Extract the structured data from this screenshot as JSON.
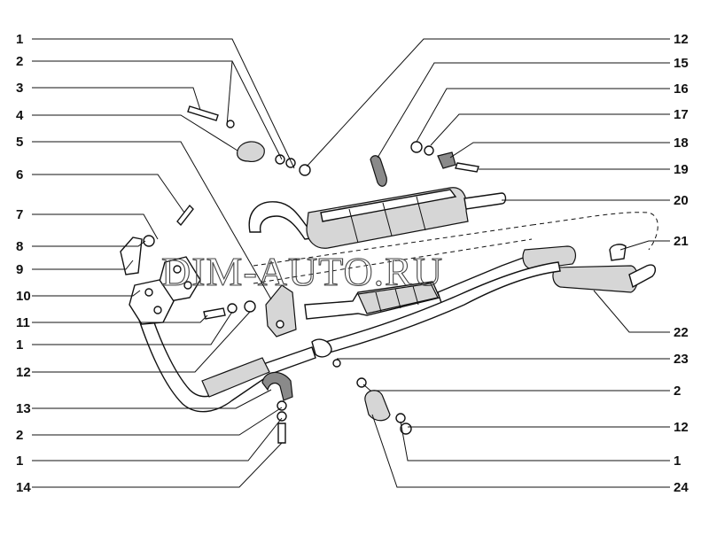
{
  "diagram": {
    "watermark": "DIM-AUTO.RU",
    "callouts_left": [
      "1",
      "2",
      "3",
      "4",
      "5",
      "6",
      "7",
      "8",
      "9",
      "10",
      "11",
      "1",
      "12",
      "13",
      "2",
      "1",
      "14"
    ],
    "callouts_right": [
      "12",
      "15",
      "16",
      "17",
      "18",
      "19",
      "20",
      "21",
      "22",
      "23",
      "2",
      "12",
      "1",
      "24"
    ]
  }
}
